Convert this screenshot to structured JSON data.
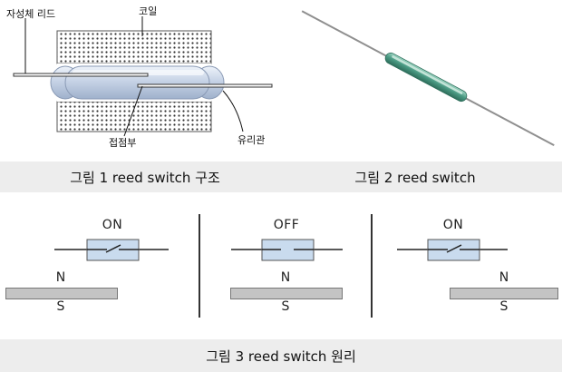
{
  "fig1": {
    "labels": {
      "lead": "자성체 리드",
      "coil": "코일",
      "contact": "접점부",
      "glass": "유리관"
    },
    "caption": "그림 1 reed switch 구조"
  },
  "fig2": {
    "caption": "그림 2 reed switch"
  },
  "fig3": {
    "panels": [
      {
        "state": "ON",
        "north": "N",
        "south": "S"
      },
      {
        "state": "OFF",
        "north": "N",
        "south": "S"
      },
      {
        "state": "ON",
        "north": "N",
        "south": "S"
      }
    ],
    "caption": "그림 3 reed switch 원리"
  },
  "colors": {
    "band": "#ededed",
    "switch_fill": "#c9dbee",
    "magnet_fill": "#c4c4c4",
    "glass_green": "#4a9a83"
  }
}
